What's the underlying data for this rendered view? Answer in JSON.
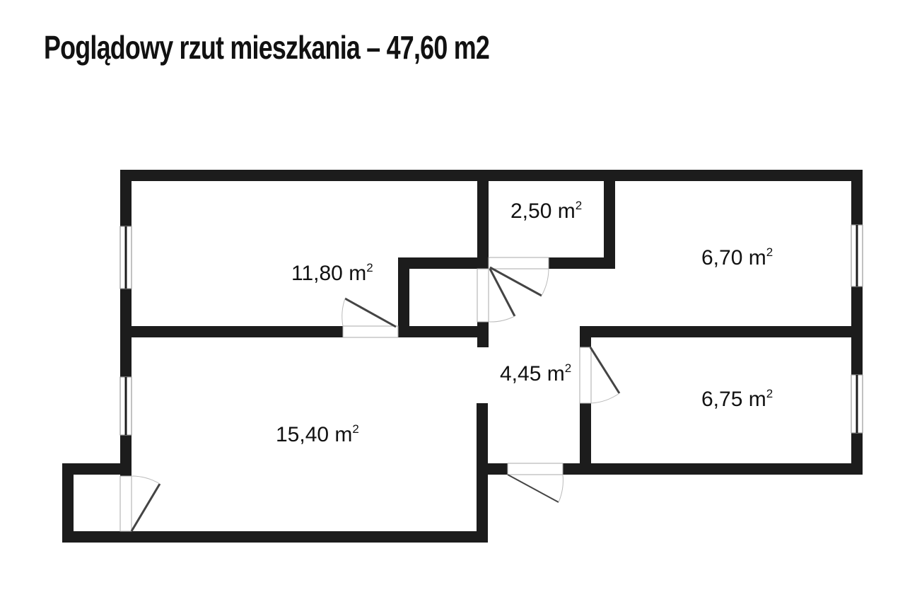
{
  "title": "Poglądowy rzut mieszkania – 47,60 m2",
  "plan": {
    "total_area": "47,60 m2",
    "wall_color": "#1c1c1c",
    "rooms": [
      {
        "id": "room-top-left",
        "area": "11,80",
        "unit": "m",
        "sup": "2"
      },
      {
        "id": "room-storage",
        "area": "2,50",
        "unit": "m",
        "sup": "2"
      },
      {
        "id": "room-top-right",
        "area": "6,70",
        "unit": "m",
        "sup": "2"
      },
      {
        "id": "hall",
        "area": "4,45",
        "unit": "m",
        "sup": "2"
      },
      {
        "id": "room-bottom-right",
        "area": "6,75",
        "unit": "m",
        "sup": "2"
      },
      {
        "id": "room-living",
        "area": "15,40",
        "unit": "m",
        "sup": "2"
      }
    ]
  }
}
